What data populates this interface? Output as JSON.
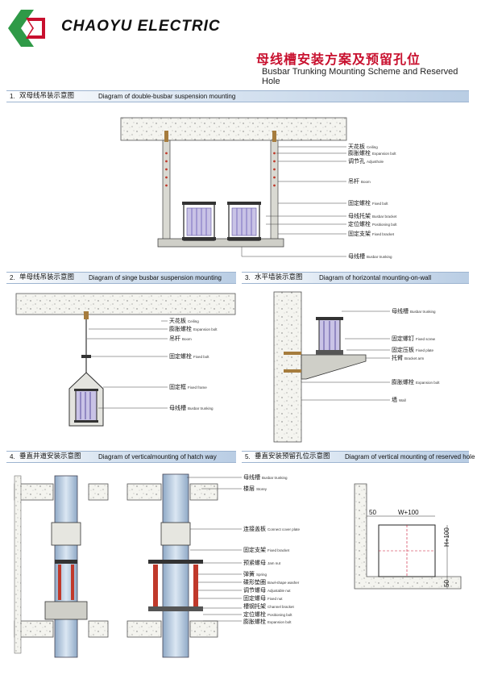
{
  "header": {
    "brand": "CHAOYU ELECTRIC",
    "title_cn": "母线槽安装方案及预留孔位",
    "title_en": "Busbar Trunking Mounting Scheme and Reserved Hole",
    "logo_colors": {
      "green": "#2f9a47",
      "red": "#c8102e"
    }
  },
  "sections": [
    {
      "num": "1.",
      "cn": "双母线吊装示意图",
      "en": "Diagram of double-busbar suspension mounting"
    },
    {
      "num": "2.",
      "cn": "单母线吊装示意图",
      "en": "Diagram of singe busbar suspension mounting"
    },
    {
      "num": "3.",
      "cn": "水平墙装示意图",
      "en": "Diagram of horizontal mounting-on-wall"
    },
    {
      "num": "4.",
      "cn": "垂直井道安装示意图",
      "en": "Diagram of verticalmounting of hatch way"
    },
    {
      "num": "5.",
      "cn": "垂直安装预留孔位示意图",
      "en": "Diagram of vertical mounting of reserved hole"
    }
  ],
  "d1_labels": [
    {
      "cn": "天花板",
      "en": "Ceiling"
    },
    {
      "cn": "膨胀螺栓",
      "en": "Expansion bolt"
    },
    {
      "cn": "调节孔",
      "en": "Adjusthole"
    },
    {
      "cn": "吊杆",
      "en": "Boom"
    },
    {
      "cn": "固定螺栓",
      "en": "Fixed bolt"
    },
    {
      "cn": "母线托架",
      "en": "Busbar bracket"
    },
    {
      "cn": "定位螺栓",
      "en": "Positioning bolt"
    },
    {
      "cn": "固定支架",
      "en": "Fixed bracket"
    },
    {
      "cn": "母线槽",
      "en": "Busbar trunking"
    }
  ],
  "d2_labels": [
    {
      "cn": "天花板",
      "en": "Ceiling"
    },
    {
      "cn": "膨胀螺栓",
      "en": "Expansion bolt"
    },
    {
      "cn": "吊杆",
      "en": "Boom"
    },
    {
      "cn": "固定螺栓",
      "en": "Fixed bolt"
    },
    {
      "cn": "固定框",
      "en": "Fixed frame"
    },
    {
      "cn": "母线槽",
      "en": "Busbar trunking"
    }
  ],
  "d3_labels": [
    {
      "cn": "母线槽",
      "en": "Busbar trunking"
    },
    {
      "cn": "固定螺钉",
      "en": "Fixed screw"
    },
    {
      "cn": "固定压板",
      "en": "Fixed plate"
    },
    {
      "cn": "托臂",
      "en": "Bracket arm"
    },
    {
      "cn": "膨胀螺栓",
      "en": "Expansion bolt"
    },
    {
      "cn": "墙",
      "en": "Wall"
    }
  ],
  "d4_labels": [
    {
      "cn": "母线槽",
      "en": "Busbar trunking"
    },
    {
      "cn": "楼层",
      "en": "Storey"
    },
    {
      "cn": "连接盖板",
      "en": "Connect cover plate"
    },
    {
      "cn": "固定支架",
      "en": "Fixed bracket"
    },
    {
      "cn": "预紧螺母",
      "en": "Jam nut"
    },
    {
      "cn": "弹簧",
      "en": "Spring"
    },
    {
      "cn": "碟形垫圈",
      "en": "Bowl-shape washer"
    },
    {
      "cn": "调节螺母",
      "en": "Adjustable nut"
    },
    {
      "cn": "固定螺母",
      "en": "Fixed nut"
    },
    {
      "cn": "槽钢托架",
      "en": "Channel bracket"
    },
    {
      "cn": "定位螺栓",
      "en": "Positioning bolt"
    },
    {
      "cn": "膨胀螺栓",
      "en": "Expansion bolt"
    }
  ],
  "d5_dims": {
    "width": "W+100",
    "height": "H+100",
    "left": "50",
    "right": "50"
  }
}
